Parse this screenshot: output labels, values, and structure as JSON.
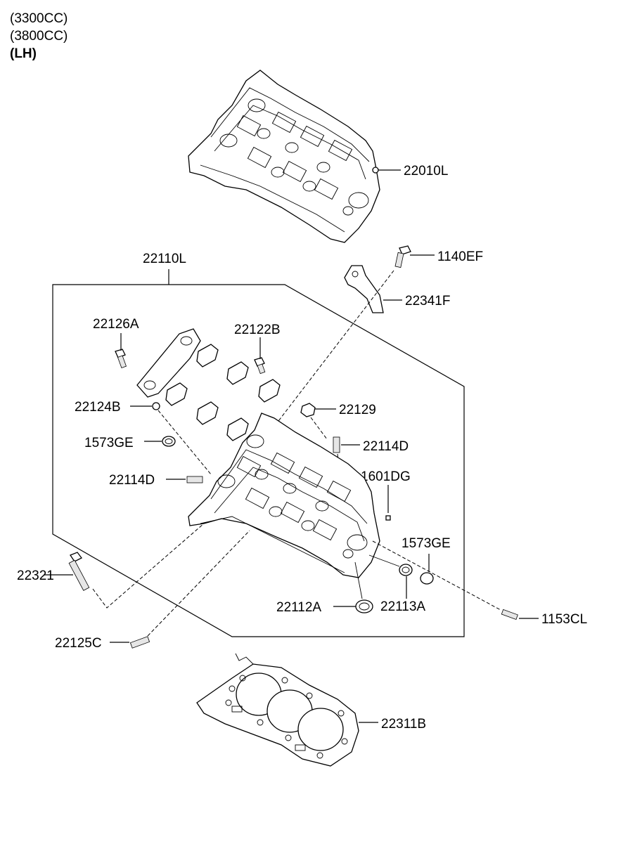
{
  "header": {
    "line1": "(3300CC)",
    "line2": "(3800CC)",
    "line3": "(LH)"
  },
  "labels": {
    "cylinder_head_assy": "22010L",
    "cylinder_head_sub": "22110L",
    "bolt_1140ef": "1140EF",
    "bracket_22341f": "22341F",
    "bolt_22126a": "22126A",
    "bolt_22122b": "22122B",
    "pin_22124b": "22124B",
    "plug_22129": "22129",
    "seal_1573ge_left": "1573GE",
    "guide_22114d_right": "22114D",
    "guide_22114d_left": "22114D",
    "plug_1601dg": "1601DG",
    "seal_1573ge_right": "1573GE",
    "bolt_22321": "22321",
    "seal_22112a": "22112A",
    "seal_22113a": "22113A",
    "stud_1153cl": "1153CL",
    "stud_22125c": "22125C",
    "gasket_22311b": "22311B"
  }
}
